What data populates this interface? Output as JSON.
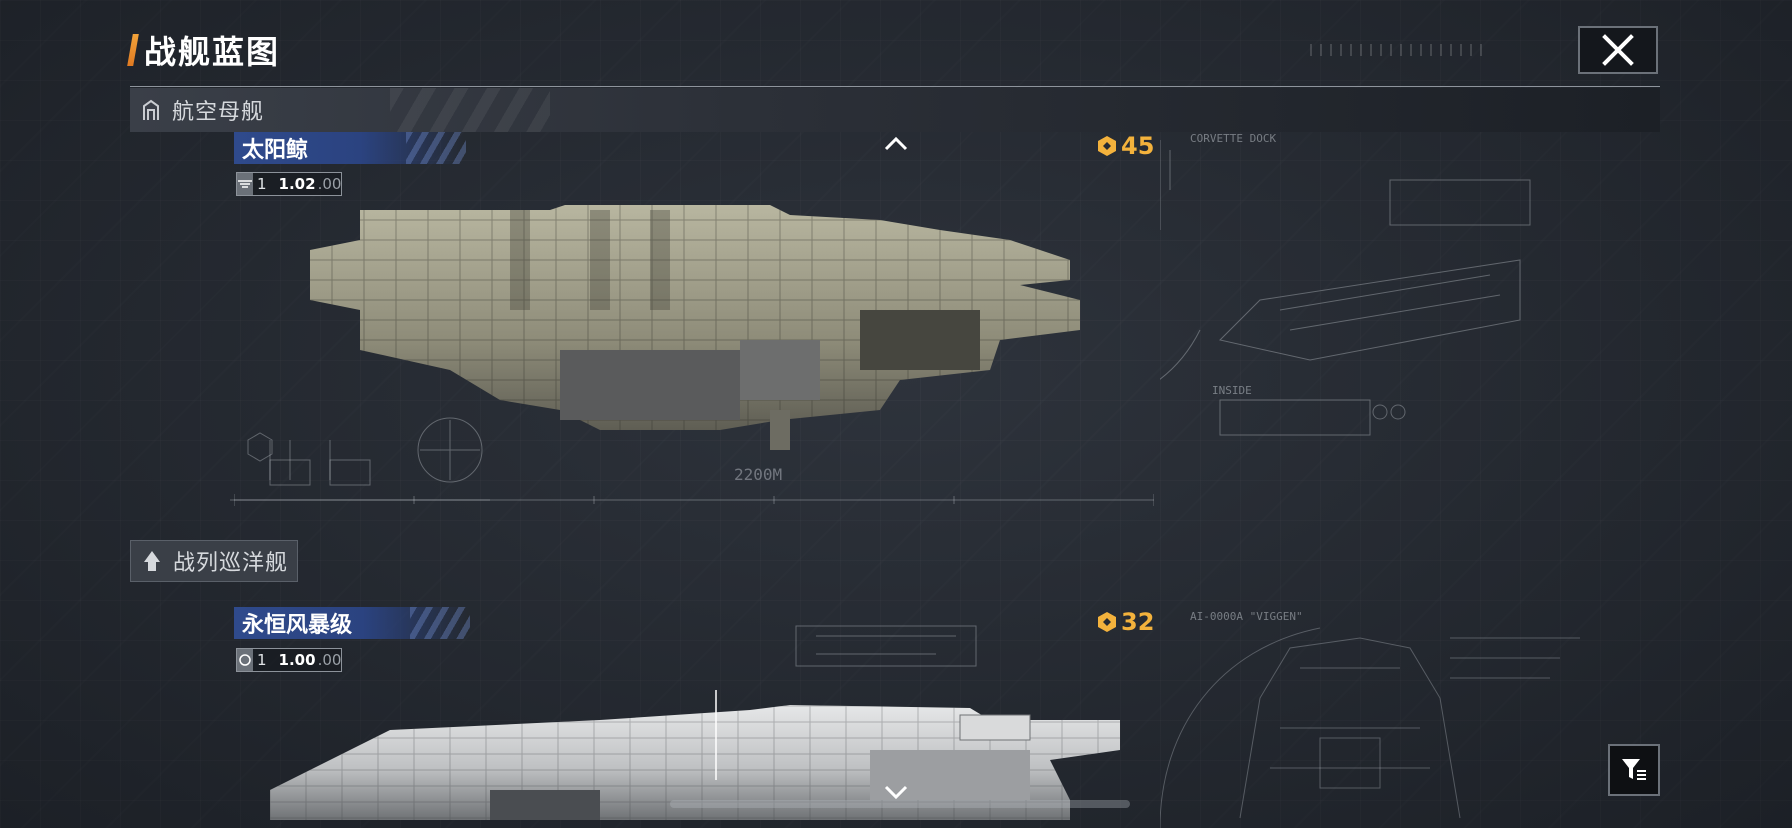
{
  "header": {
    "title": "战舰蓝图"
  },
  "categories": [
    {
      "label": "航空母舰"
    },
    {
      "label": "战列巡洋舰"
    }
  ],
  "ships": [
    {
      "name": "太阳鲸",
      "version_main": "1.02",
      "version_decimal": ".00",
      "tier": "1",
      "cost": "45"
    },
    {
      "name": "永恒风暴级",
      "version_main": "1.00",
      "version_decimal": ".00",
      "tier": "1",
      "cost": "32"
    }
  ],
  "blueprint": {
    "dock1": "CORVETTE DOCK",
    "dim1": "2200M",
    "inside": "INSIDE",
    "dock2": "AI-0000A \"VIGGEN\""
  },
  "colors": {
    "accent": "#f3b23c",
    "name_plate": "#2f4a8c",
    "title_accent": "#e07a22"
  }
}
